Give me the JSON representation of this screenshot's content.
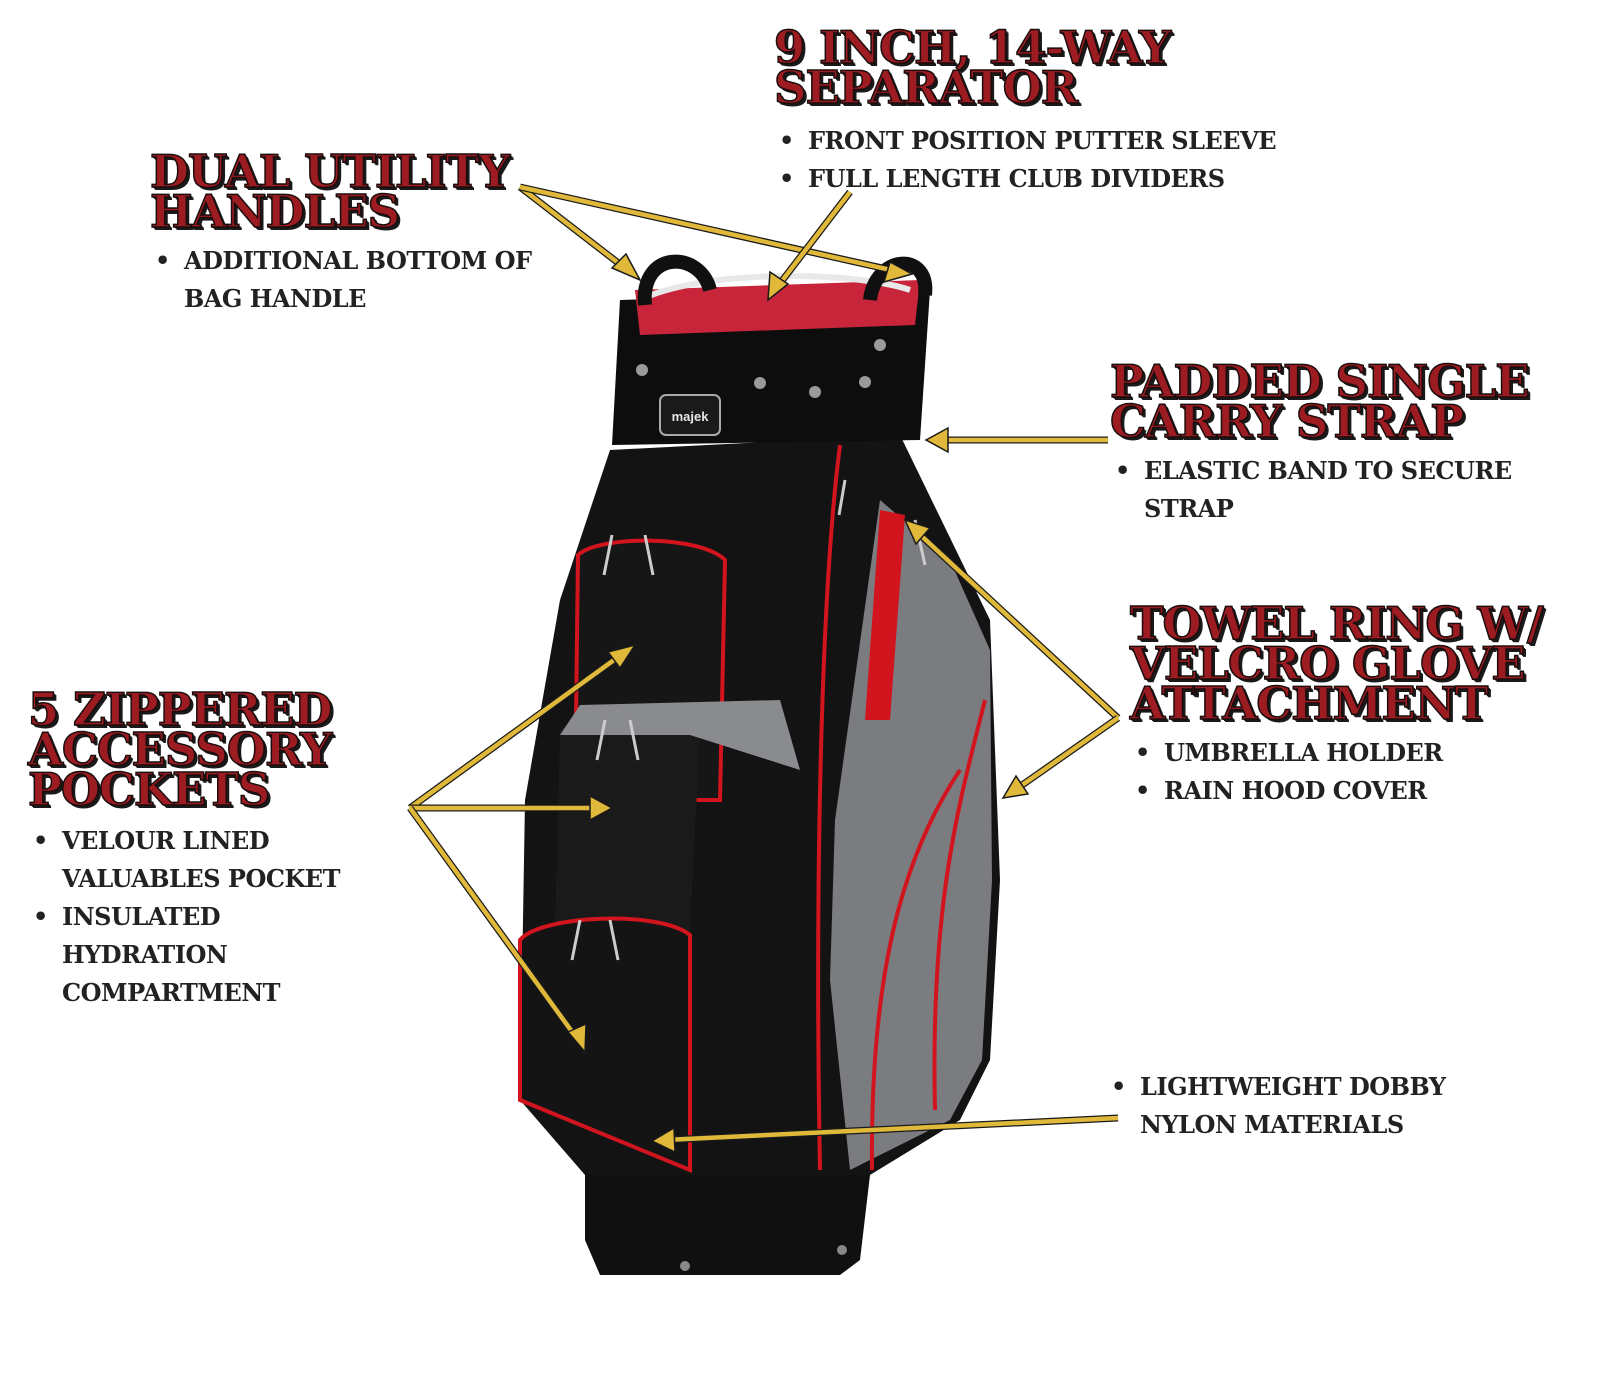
{
  "brand": "majek",
  "colors": {
    "title_red": "#9c1c22",
    "arrow_gold": "#e0b93a",
    "bag_black": "#121212",
    "bag_gray": "#7b7c80",
    "trim_red": "#d2141e"
  },
  "features": {
    "separator": {
      "title": "9 INCH, 14-WAY\nSEPARATOR",
      "bullets": [
        "FRONT POSITION PUTTER SLEEVE",
        "FULL LENGTH CLUB DIVIDERS"
      ]
    },
    "handles": {
      "title": "DUAL UTILITY\nHANDLES",
      "bullets": [
        "ADDITIONAL BOTTOM OF BAG HANDLE"
      ]
    },
    "strap": {
      "title": "PADDED SINGLE\nCARRY STRAP",
      "bullets": [
        "ELASTIC BAND TO SECURE STRAP"
      ]
    },
    "towel": {
      "title": "TOWEL RING W/\nVELCRO GLOVE\nATTACHMENT",
      "bullets": [
        "UMBRELLA HOLDER",
        "RAIN HOOD COVER"
      ]
    },
    "pockets": {
      "title": "5 ZIPPERED\nACCESSORY\nPOCKETS",
      "bullets": [
        "VELOUR LINED VALUABLES POCKET",
        "INSULATED HYDRATION COMPARTMENT"
      ]
    },
    "material": {
      "title": "",
      "bullets": [
        "LIGHTWEIGHT DOBBY NYLON MATERIALS"
      ]
    }
  }
}
